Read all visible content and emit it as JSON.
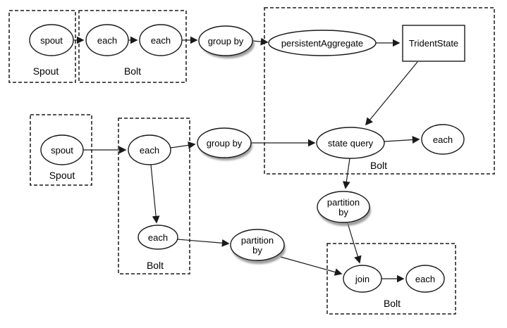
{
  "diagram": {
    "type": "topology-flow-diagram",
    "colors": {
      "background": "#ffffff",
      "stroke": "#1a1a1a",
      "node_fill": "#ffffff",
      "shadow": "#7f7f7f"
    },
    "groups": [
      {
        "label": "Spout"
      },
      {
        "label": "Bolt"
      },
      {
        "label": "Bolt"
      },
      {
        "label": "Spout"
      },
      {
        "label": "Bolt"
      },
      {
        "label": "Bolt"
      }
    ],
    "nodes": {
      "spout_top": {
        "label": "spout"
      },
      "each_top_1": {
        "label": "each"
      },
      "each_top_2": {
        "label": "each"
      },
      "group_by_top": {
        "label": "group by"
      },
      "persistent_aggregate": {
        "label": "persistentAggregate"
      },
      "trident_state": {
        "label": "TridentState"
      },
      "state_query": {
        "label": "state query"
      },
      "each_right": {
        "label": "each"
      },
      "spout_mid": {
        "label": "spout"
      },
      "each_mid": {
        "label": "each"
      },
      "group_by_mid": {
        "label": "group by"
      },
      "each_lower": {
        "label": "each"
      },
      "partition_by_left": {
        "line1": "partition",
        "line2": "by"
      },
      "partition_by_right": {
        "line1": "partition",
        "line2": "by"
      },
      "join": {
        "label": "join"
      },
      "each_bottom": {
        "label": "each"
      }
    }
  }
}
